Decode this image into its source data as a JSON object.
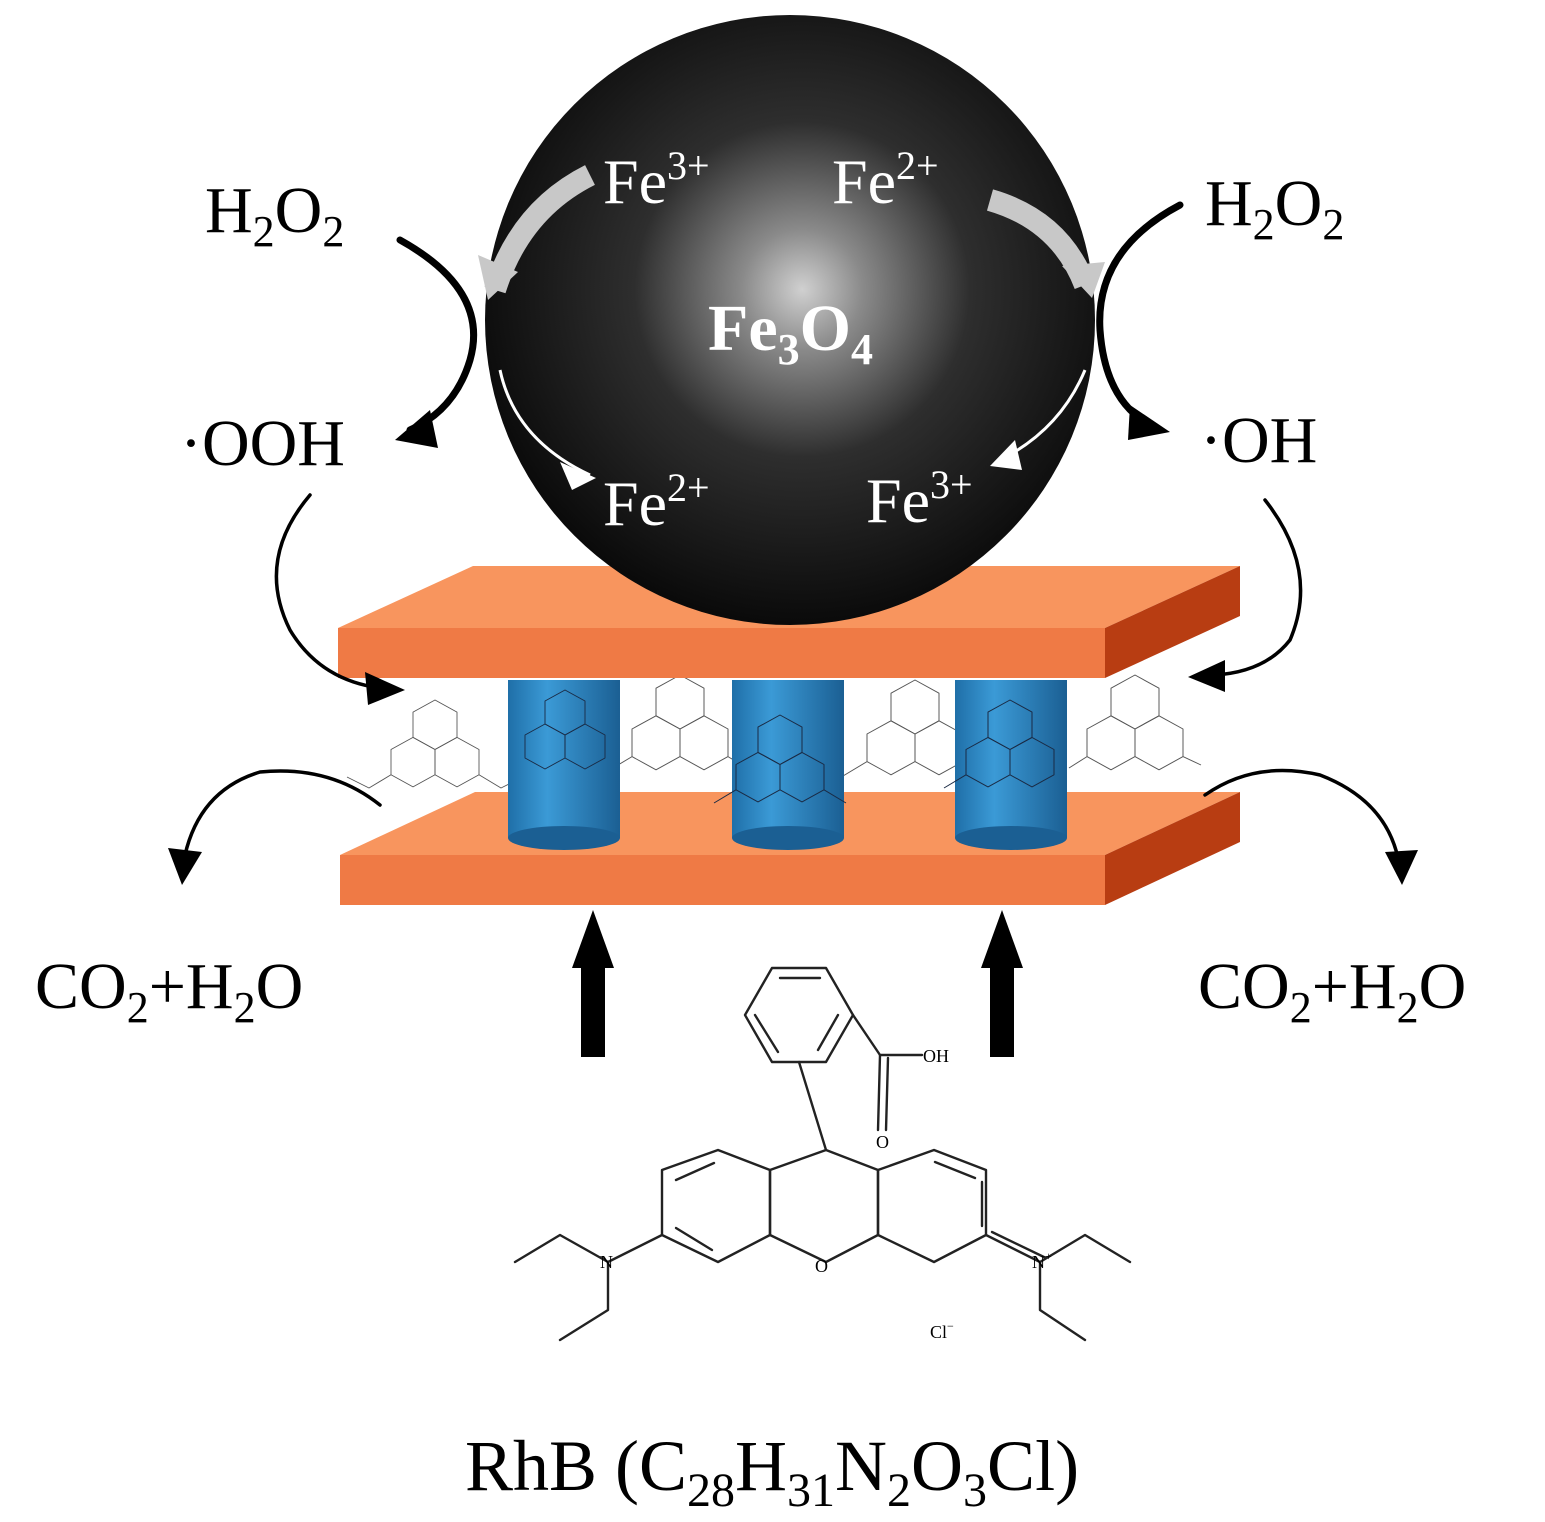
{
  "particle": {
    "name": "Fe",
    "sub": "3",
    "name2": "O",
    "sub2": "4"
  },
  "ions": {
    "top_left": {
      "base": "Fe",
      "charge": "3+"
    },
    "top_right": {
      "base": "Fe",
      "charge": "2+"
    },
    "bottom_left": {
      "base": "Fe",
      "charge": "2+"
    },
    "bottom_right": {
      "base": "Fe",
      "charge": "3+"
    }
  },
  "reactants": {
    "left": {
      "a": "H",
      "a_sub": "2",
      "b": "O",
      "b_sub": "2"
    },
    "right": {
      "a": "H",
      "a_sub": "2",
      "b": "O",
      "b_sub": "2"
    }
  },
  "radicals": {
    "left": "·OOH",
    "right": "·OH"
  },
  "products": {
    "left": {
      "a": "CO",
      "a_sub": "2",
      "b": "+H",
      "b_sub": "2",
      "c": "O"
    },
    "right": {
      "a": "CO",
      "a_sub": "2",
      "b": "+H",
      "b_sub": "2",
      "c": "O"
    }
  },
  "molecule_labels": {
    "oh": "OH",
    "counter_ion": "Cl",
    "counter_charge": "−"
  },
  "caption": {
    "prefix": "RhB (C",
    "s1": "28",
    "t2": "H",
    "s2": "31",
    "t3": "N",
    "s3": "2",
    "t4": "O",
    "s4": "3",
    "t5": "Cl)"
  },
  "colors": {
    "plate_top": "#f8955e",
    "plate_front": "#e86d3c",
    "plate_side": "#b83d12",
    "pillar": "#2a82c0",
    "particle": "#1a1a1a"
  }
}
